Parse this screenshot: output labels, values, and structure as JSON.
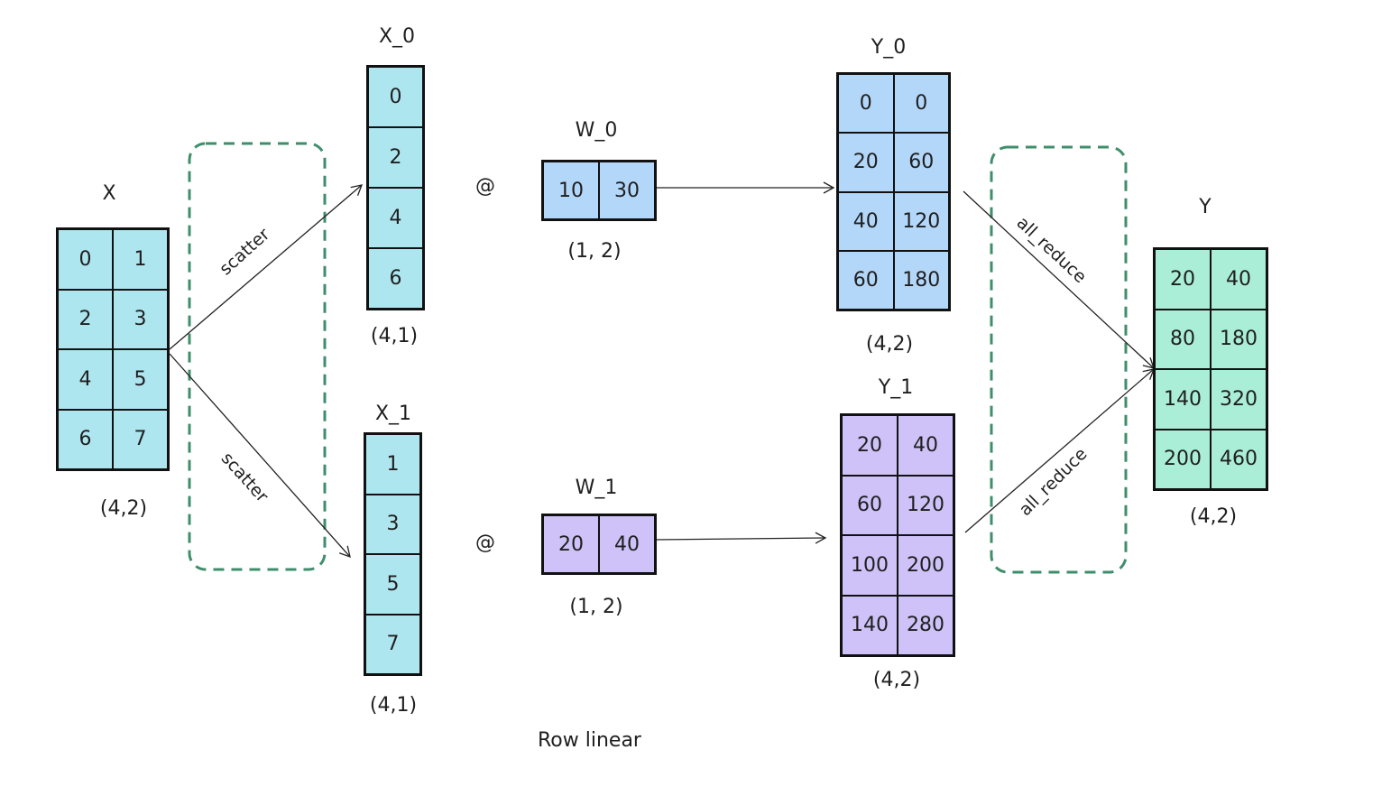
{
  "caption": "Row linear",
  "colors": {
    "input": "#aee6f0",
    "rank0": "#b3d7f9",
    "rank1": "#cfc2f8",
    "output": "#abeed7",
    "group_border": "#3e8e6b"
  },
  "operator": "@",
  "edges": {
    "scatter_top": "scatter",
    "scatter_bottom": "scatter",
    "all_reduce_top": "all_reduce",
    "all_reduce_bottom": "all_reduce"
  },
  "matrices": {
    "X": {
      "name": "X",
      "shape": "(4,2)",
      "values": [
        "0",
        "1",
        "2",
        "3",
        "4",
        "5",
        "6",
        "7"
      ]
    },
    "X_0": {
      "name": "X_0",
      "shape": "(4,1)",
      "values": [
        "0",
        "2",
        "4",
        "6"
      ]
    },
    "X_1": {
      "name": "X_1",
      "shape": "(4,1)",
      "values": [
        "1",
        "3",
        "5",
        "7"
      ]
    },
    "W_0": {
      "name": "W_0",
      "shape": "(1, 2)",
      "values": [
        "10",
        "30"
      ]
    },
    "W_1": {
      "name": "W_1",
      "shape": "(1, 2)",
      "values": [
        "20",
        "40"
      ]
    },
    "Y_0": {
      "name": "Y_0",
      "shape": "(4,2)",
      "values": [
        "0",
        "0",
        "20",
        "60",
        "40",
        "120",
        "60",
        "180"
      ]
    },
    "Y_1": {
      "name": "Y_1",
      "shape": "(4,2)",
      "values": [
        "20",
        "40",
        "60",
        "120",
        "100",
        "200",
        "140",
        "280"
      ]
    },
    "Y": {
      "name": "Y",
      "shape": "(4,2)",
      "values": [
        "20",
        "40",
        "80",
        "180",
        "140",
        "320",
        "200",
        "460"
      ]
    }
  }
}
